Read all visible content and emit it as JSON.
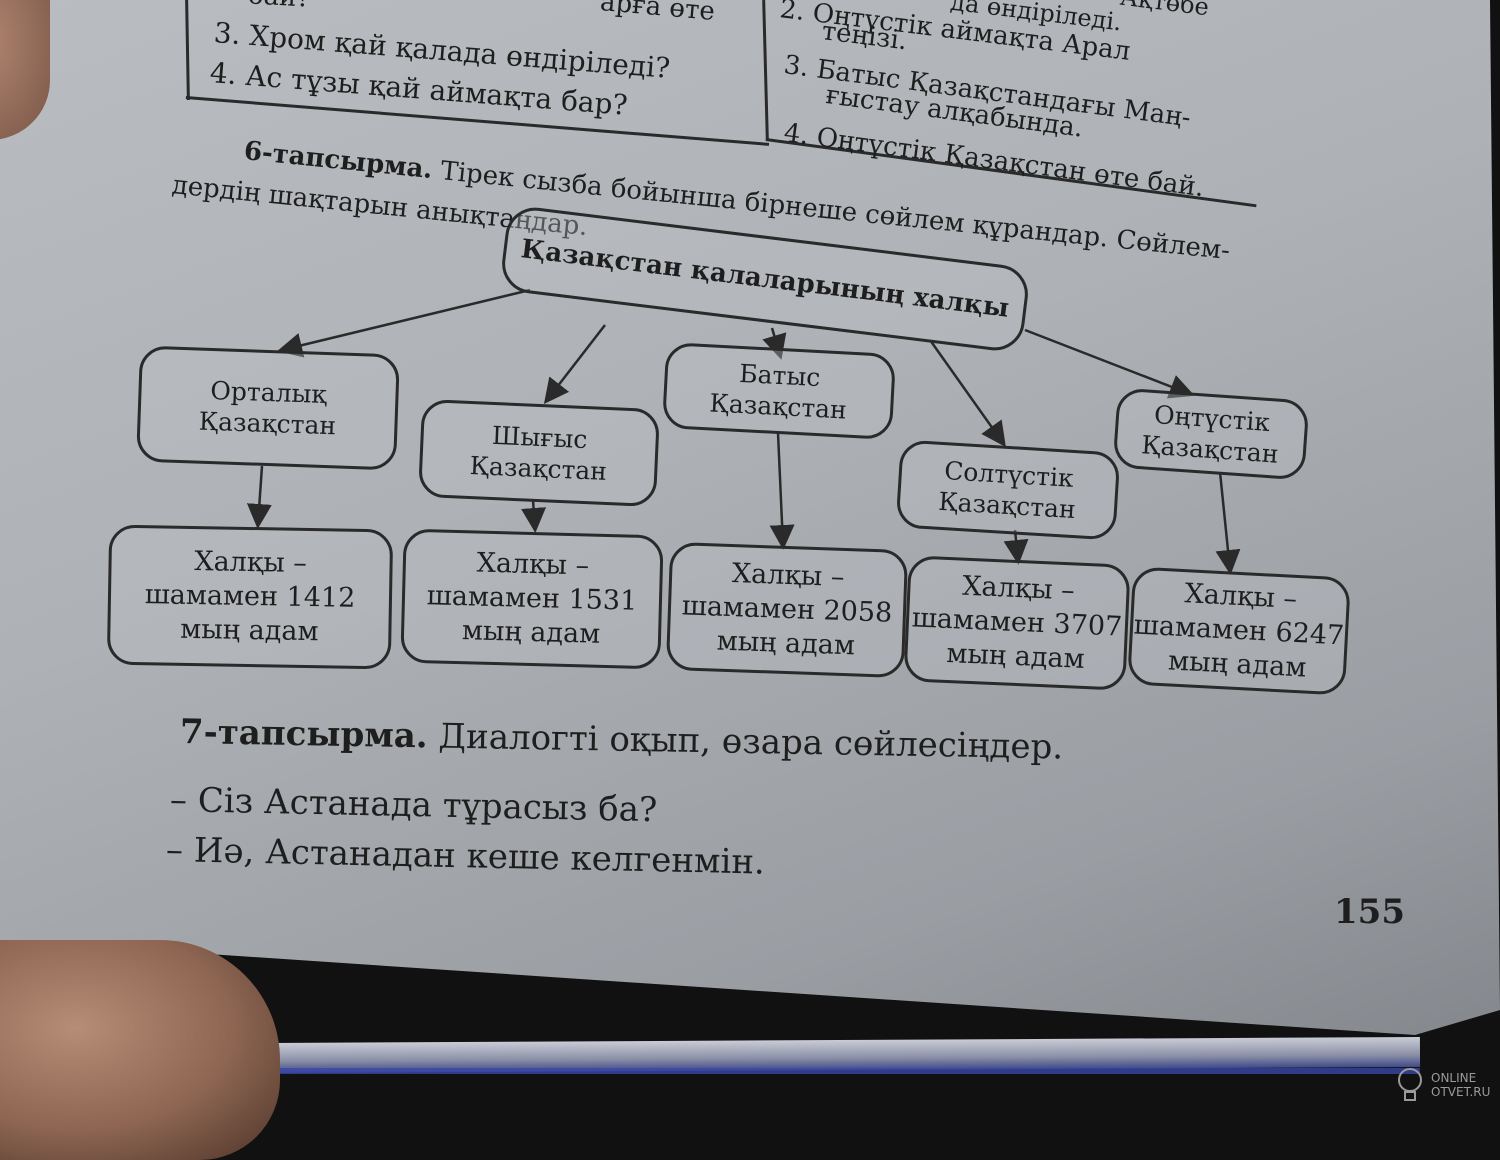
{
  "top_left": {
    "partial_line_a": "бай?",
    "partial_line_b": "арға өте",
    "q3": "3. Хром қай қалада өндіріледі?",
    "q4": "4. Ас тұзы қай аймақта бар?"
  },
  "top_right": {
    "partial_line_a": "Ақтөбе",
    "partial_line_b": "да өндіріледі.",
    "a2": "2. Оңтүстік аймақта Арал",
    "a2_cont": "теңізі.",
    "a3": "3. Батыс Қазақстандағы Маң-",
    "a3_cont": "ғыстау алқабында.",
    "a4": "4. Оңтүстік Қазақстан өте бай."
  },
  "task6": {
    "label": "6-тапсырма.",
    "text_line1": "Тірек сызба бойынша бірнеше сөйлем құрандар. Сөйлем-",
    "text_line2": "дердің шақтарын анықтаңдар."
  },
  "diagram": {
    "root": "Қазақстан қалаларының халқы",
    "regions": [
      {
        "name": "Орталық\nҚазақстан",
        "population": "Халқы –\nшамамен 1412\nмың адам"
      },
      {
        "name": "Шығыс\nҚазақстан",
        "population": "Халқы –\nшамамен 1531\nмың адам"
      },
      {
        "name": "Батыс\nҚазақстан",
        "population": "Халқы –\nшамамен 2058\nмың адам"
      },
      {
        "name": "Солтүстік\nҚазақстан",
        "population": "Халқы –\nшамамен 3707\nмың адам"
      },
      {
        "name": "Оңтүстік\nҚазақстан",
        "population": "Халқы –\nшамамен 6247\nмың адам"
      }
    ]
  },
  "task7": {
    "label": "7-тапсырма.",
    "text": "Диалогті оқып, өзара сөйлесіңдер."
  },
  "dialogue": [
    "– Сіз Астанада тұрасыз ба?",
    "– Иә, Астанадан кеше келгенмін."
  ],
  "page_number": "155",
  "watermark": {
    "line1": "ONLINE",
    "line2": "OTVET.RU"
  }
}
